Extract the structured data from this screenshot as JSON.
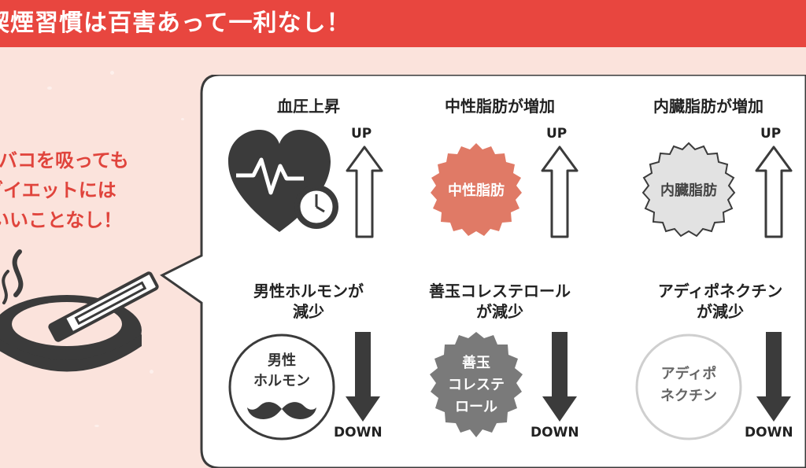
{
  "banner": {
    "title": "喫煙習慣は百害あって一利なし！"
  },
  "left": {
    "lines": [
      "タバコを吸っても",
      "ダイエットには",
      "いいことなし！"
    ]
  },
  "effects_up": [
    {
      "title": "血圧上昇",
      "badge": "",
      "arrow": "UP"
    },
    {
      "title": "中性脂肪が増加",
      "badge": "中性脂肪",
      "arrow": "UP"
    },
    {
      "title": "内臓脂肪が増加",
      "badge": "内臓脂肪",
      "arrow": "UP"
    }
  ],
  "effects_down": [
    {
      "title_line1": "男性ホルモンが",
      "title_line2": "減少",
      "badge_line1": "男性",
      "badge_line2": "ホルモン",
      "badge_line3": "",
      "arrow": "DOWN"
    },
    {
      "title_line1": "善玉コレステロール",
      "title_line2": "が減少",
      "badge_line1": "善玉",
      "badge_line2": "コレステ",
      "badge_line3": "ロール",
      "arrow": "DOWN"
    },
    {
      "title_line1": "アディポネクチン",
      "title_line2": "が減少",
      "badge_line1": "アディポ",
      "badge_line2": "ネクチン",
      "badge_line3": "",
      "arrow": "DOWN"
    }
  ],
  "colors": {
    "banner": "#e8463f",
    "background": "#fbe3dc",
    "accent_text": "#e0443c",
    "dark": "#3b3b3b",
    "fat_badge": "#e07a66",
    "visceral_badge": "#e2e2e2",
    "cholesterol_badge": "#7a7a7a"
  }
}
